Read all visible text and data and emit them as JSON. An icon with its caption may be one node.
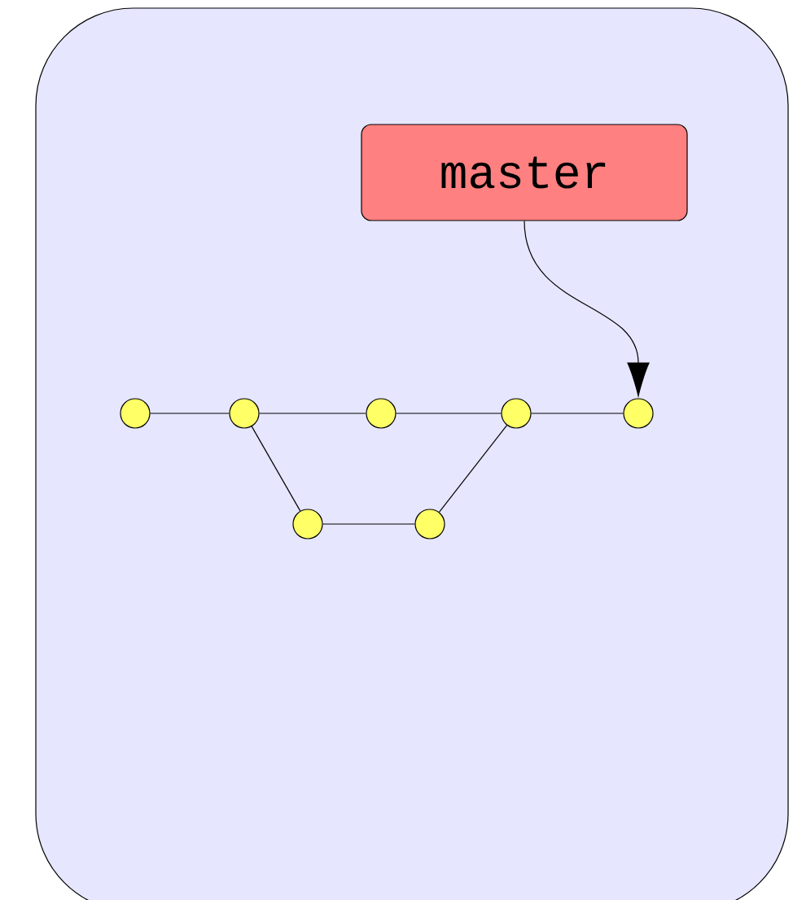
{
  "diagram": {
    "nodes": [
      {
        "text": [
          "master"
        ]
      },
      {
        "text": [],
        "shape": "circle"
      },
      {
        "text": [],
        "shape": "circle"
      },
      {
        "text": [],
        "shape": "circle"
      },
      {
        "text": [],
        "shape": "circle"
      },
      {
        "text": [],
        "shape": "circle"
      },
      {
        "text": [],
        "shape": "circle"
      },
      {
        "text": [],
        "shape": "circle"
      }
    ],
    "edges": [
      {
        "from": 1,
        "to": 2,
        "arrow": "none"
      },
      {
        "from": 2,
        "to": 3,
        "arrow": "none"
      },
      {
        "from": 3,
        "to": 4,
        "arrow": "none"
      },
      {
        "from": 4,
        "to": 5,
        "arrow": "none"
      },
      {
        "from": 2,
        "to": 6,
        "arrow": "none"
      },
      {
        "from": 6,
        "to": 7,
        "arrow": "none"
      },
      {
        "from": 7,
        "to": 4,
        "arrow": "none"
      },
      {
        "from": 0,
        "to": 5,
        "arrow": "to"
      }
    ]
  }
}
